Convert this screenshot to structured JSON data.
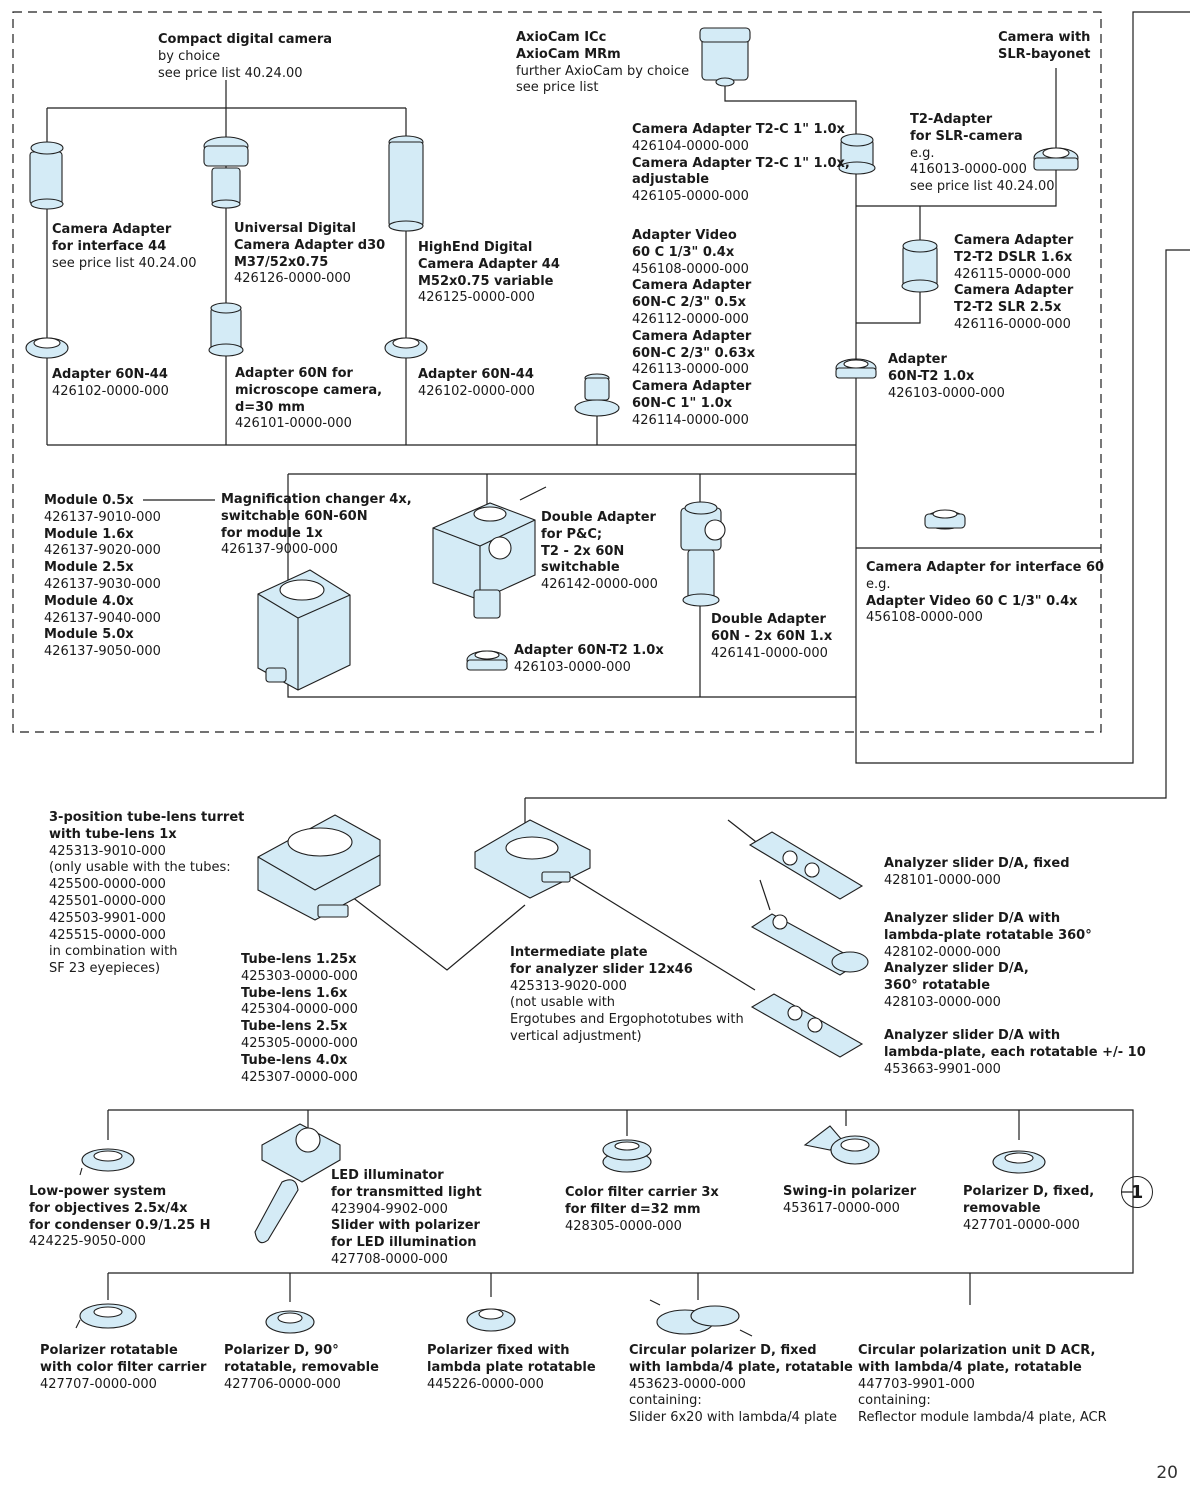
{
  "page_number": "20",
  "reference_marker": "1",
  "labels": {
    "compact_camera": [
      "Compact digital camera",
      "by choice",
      "see price list 40.24.00"
    ],
    "axiocam": [
      "AxioCam ICc",
      "AxioCam MRm",
      "further AxioCam by choice",
      "see price list"
    ],
    "camera_slr": [
      "Camera with",
      "SLR-bayonet"
    ],
    "camera_adapter_44": [
      "Camera Adapter",
      "for interface 44",
      "see price list 40.24.00"
    ],
    "universal_camera_adapter": [
      "Universal Digital",
      "Camera Adapter d30",
      "M37/52x0.75",
      "426126-0000-000"
    ],
    "highend_camera_adapter": [
      "HighEnd Digital",
      "Camera Adapter 44",
      "M52x0.75 variable",
      "426125-0000-000"
    ],
    "camera_adapter_t2c": [
      "Camera Adapter T2-C 1\" 1.0x",
      "426104-0000-000",
      "Camera Adapter T2-C 1\" 1.0x,",
      "adjustable",
      "426105-0000-000"
    ],
    "t2_adapter_slr": [
      "T2-Adapter",
      "for SLR-camera",
      "e.g.",
      "416013-0000-000",
      "see price list 40.24.00"
    ],
    "adapter_video_group": [
      "Adapter Video",
      "60 C 1/3\" 0.4x",
      "456108-0000-000",
      "Camera Adapter",
      "60N-C 2/3\" 0.5x",
      "426112-0000-000",
      "Camera Adapter",
      "60N-C 2/3\" 0.63x",
      "426113-0000-000",
      "Camera Adapter",
      "60N-C 1\" 1.0x",
      "426114-0000-000"
    ],
    "camera_adapter_t2t2": [
      "Camera Adapter",
      "T2-T2 DSLR 1.6x",
      "426115-0000-000",
      "Camera Adapter",
      "T2-T2 SLR 2.5x",
      "426116-0000-000"
    ],
    "adapter_60n44_left": [
      "Adapter 60N-44",
      "426102-0000-000"
    ],
    "adapter_60n_microscope": [
      "Adapter 60N for",
      "microscope camera,",
      "d=30 mm",
      "426101-0000-000"
    ],
    "adapter_60n44_mid": [
      "Adapter 60N-44",
      "426102-0000-000"
    ],
    "adapter_60nt2_top": [
      "Adapter",
      "60N-T2 1.0x",
      "426103-0000-000"
    ],
    "modules": [
      "Module 0.5x",
      "426137-9010-000",
      "Module 1.6x",
      "426137-9020-000",
      "Module 2.5x",
      "426137-9030-000",
      "Module 4.0x",
      "426137-9040-000",
      "Module 5.0x",
      "426137-9050-000"
    ],
    "mag_changer": [
      "Magnification changer 4x,",
      "switchable 60N-60N",
      "for module 1x",
      "426137-9000-000"
    ],
    "double_adapter_pc": [
      "Double Adapter",
      "for P&C;",
      "T2 - 2x 60N",
      "switchable",
      "426142-0000-000"
    ],
    "adapter_60nt2_low": [
      "Adapter 60N-T2 1.0x",
      "426103-0000-000"
    ],
    "double_adapter_60n": [
      "Double Adapter",
      "60N - 2x 60N 1.x",
      "426141-0000-000"
    ],
    "camera_adapter_60": [
      "Camera Adapter for interface 60",
      "e.g.",
      "Adapter Video 60 C 1/3\" 0.4x",
      "456108-0000-000"
    ],
    "tube_lens_turret": [
      "3-position tube-lens turret",
      "with tube-lens 1x",
      "425313-9010-000",
      "(only usable with the tubes:",
      "425500-0000-000",
      "425501-0000-000",
      "425503-9901-000",
      "425515-0000-000",
      "in combination with",
      "SF 23 eyepieces)"
    ],
    "tube_lenses": [
      "Tube-lens 1.25x",
      "425303-0000-000",
      "Tube-lens 1.6x",
      "425304-0000-000",
      "Tube-lens 2.5x",
      "425305-0000-000",
      "Tube-lens 4.0x",
      "425307-0000-000"
    ],
    "intermediate_plate": [
      "Intermediate plate",
      "for analyzer slider 12x46",
      "425313-9020-000",
      "(not usable with",
      "Ergotubes and Ergophototubes with",
      "vertical adjustment)"
    ],
    "analyzer_fixed": [
      "Analyzer slider D/A, fixed",
      "428101-0000-000"
    ],
    "analyzer_lambda_rot": [
      "Analyzer slider D/A with",
      "lambda-plate rotatable 360°",
      "428102-0000-000",
      "Analyzer slider D/A,",
      "360° rotatable",
      "428103-0000-000"
    ],
    "analyzer_lambda_each": [
      "Analyzer slider D/A with",
      "lambda-plate, each rotatable +/- 10",
      "453663-9901-000"
    ],
    "low_power": [
      "Low-power system",
      "for objectives 2.5x/4x",
      "for condenser 0.9/1.25 H",
      "424225-9050-000"
    ],
    "led_illuminator": [
      "LED illuminator",
      "for transmitted light",
      "423904-9902-000",
      "Slider with polarizer",
      "for LED illumination",
      "427708-0000-000"
    ],
    "color_filter_carrier": [
      "Color filter carrier 3x",
      "for filter d=32 mm",
      "428305-0000-000"
    ],
    "swing_polarizer": [
      "Swing-in polarizer",
      "453617-0000-000"
    ],
    "polarizer_fixed_removable": [
      "Polarizer D, fixed,",
      "removable",
      "427701-0000-000"
    ],
    "polarizer_rot_color": [
      "Polarizer rotatable",
      "with color filter carrier",
      "427707-0000-000"
    ],
    "polarizer_90": [
      "Polarizer D, 90°",
      "rotatable, removable",
      "427706-0000-000"
    ],
    "polarizer_lambda": [
      "Polarizer fixed with",
      "lambda plate rotatable",
      "445226-0000-000"
    ],
    "circular_polarizer_d": [
      "Circular polarizer D, fixed",
      "with lambda/4 plate, rotatable",
      "453623-0000-000",
      "containing:",
      "Slider 6x20 with lambda/4 plate"
    ],
    "circular_polarization_acr": [
      "Circular polarization unit D ACR,",
      "with lambda/4 plate, rotatable",
      "447703-9901-000",
      "containing:",
      "Reflector module lambda/4 plate, ACR"
    ]
  },
  "colors": {
    "line": "#1f1f1f",
    "device_fill": "#d4ebf6",
    "device_stroke": "#1f1f1f"
  }
}
